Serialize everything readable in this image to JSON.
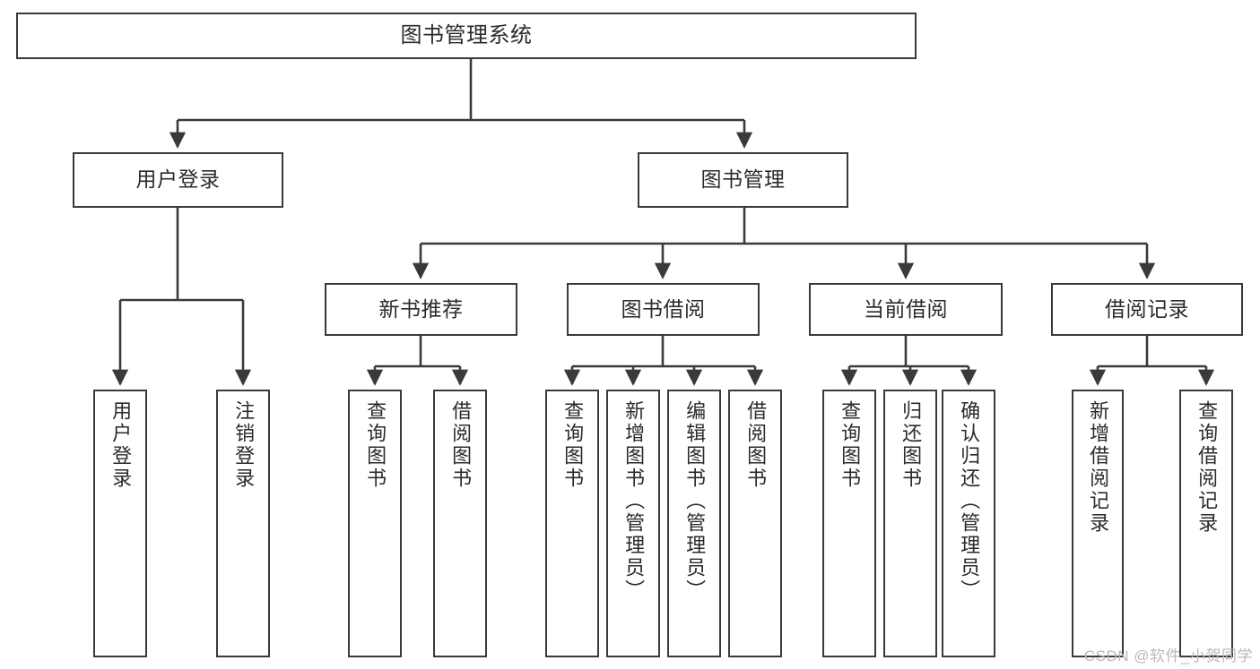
{
  "diagram": {
    "title": "图书管理系统",
    "type": "tree-hierarchy",
    "watermark": "CSDN @软件_小贺同学",
    "colors": {
      "background": "#ffffff",
      "box_border": "#3a3a3a",
      "box_fill": "#ffffff",
      "text": "#2b2b2b",
      "edge": "#3a3a3a",
      "watermark": "#b9b9b9"
    },
    "nodes": {
      "root": {
        "label": "图书管理系统"
      },
      "level2": [
        {
          "id": "user-login",
          "label": "用户登录"
        },
        {
          "id": "book-manage",
          "label": "图书管理"
        }
      ],
      "level3": [
        {
          "id": "new-book-recommend",
          "label": "新书推荐"
        },
        {
          "id": "book-borrow",
          "label": "图书借阅"
        },
        {
          "id": "current-borrow",
          "label": "当前借阅"
        },
        {
          "id": "borrow-record",
          "label": "借阅记录"
        }
      ],
      "leaves": {
        "user-login": [
          {
            "id": "leaf-user-login",
            "label": "用户登录"
          },
          {
            "id": "leaf-logout-login",
            "label": "注销登录"
          }
        ],
        "new-book-recommend": [
          {
            "id": "leaf-query-book-1",
            "label": "查询图书"
          },
          {
            "id": "leaf-borrow-book-1",
            "label": "借阅图书"
          }
        ],
        "book-borrow": [
          {
            "id": "leaf-query-book-2",
            "label": "查询图书"
          },
          {
            "id": "leaf-add-book",
            "label": "新增图书（管理员）"
          },
          {
            "id": "leaf-edit-book",
            "label": "编辑图书（管理员）"
          },
          {
            "id": "leaf-borrow-book-2",
            "label": "借阅图书"
          }
        ],
        "current-borrow": [
          {
            "id": "leaf-query-book-3",
            "label": "查询图书"
          },
          {
            "id": "leaf-return-book",
            "label": "归还图书"
          },
          {
            "id": "leaf-confirm-return",
            "label": "确认归还（管理员）"
          }
        ],
        "borrow-record": [
          {
            "id": "leaf-add-record",
            "label": "新增借阅记录"
          },
          {
            "id": "leaf-query-record",
            "label": "查询借阅记录"
          }
        ]
      }
    }
  }
}
